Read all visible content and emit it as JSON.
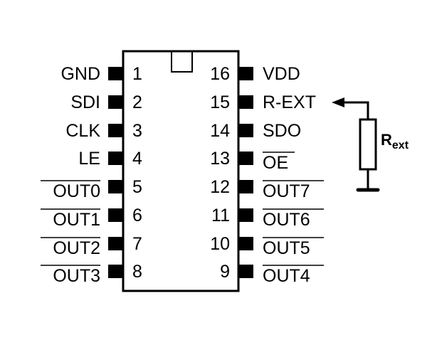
{
  "diagram": {
    "type": "ic-pinout",
    "package": "DIP-16",
    "left_pins": [
      {
        "number": "1",
        "name": "GND",
        "active_low": false
      },
      {
        "number": "2",
        "name": "SDI",
        "active_low": false
      },
      {
        "number": "3",
        "name": "CLK",
        "active_low": false
      },
      {
        "number": "4",
        "name": "LE",
        "active_low": false
      },
      {
        "number": "5",
        "name": "OUT0",
        "active_low": true
      },
      {
        "number": "6",
        "name": "OUT1",
        "active_low": true
      },
      {
        "number": "7",
        "name": "OUT2",
        "active_low": true
      },
      {
        "number": "8",
        "name": "OUT3",
        "active_low": true
      }
    ],
    "right_pins": [
      {
        "number": "16",
        "name": "VDD",
        "active_low": false
      },
      {
        "number": "15",
        "name": "R-EXT",
        "active_low": false
      },
      {
        "number": "14",
        "name": "SDO",
        "active_low": false
      },
      {
        "number": "13",
        "name": "OE",
        "active_low": true
      },
      {
        "number": "12",
        "name": "OUT7",
        "active_low": true
      },
      {
        "number": "11",
        "name": "OUT6",
        "active_low": true
      },
      {
        "number": "10",
        "name": "OUT5",
        "active_low": true
      },
      {
        "number": "9",
        "name": "OUT4",
        "active_low": true
      }
    ],
    "resistor": {
      "label_main": "R",
      "label_sub": "ext",
      "connected_to": "R-EXT",
      "other_end": "ground"
    }
  }
}
